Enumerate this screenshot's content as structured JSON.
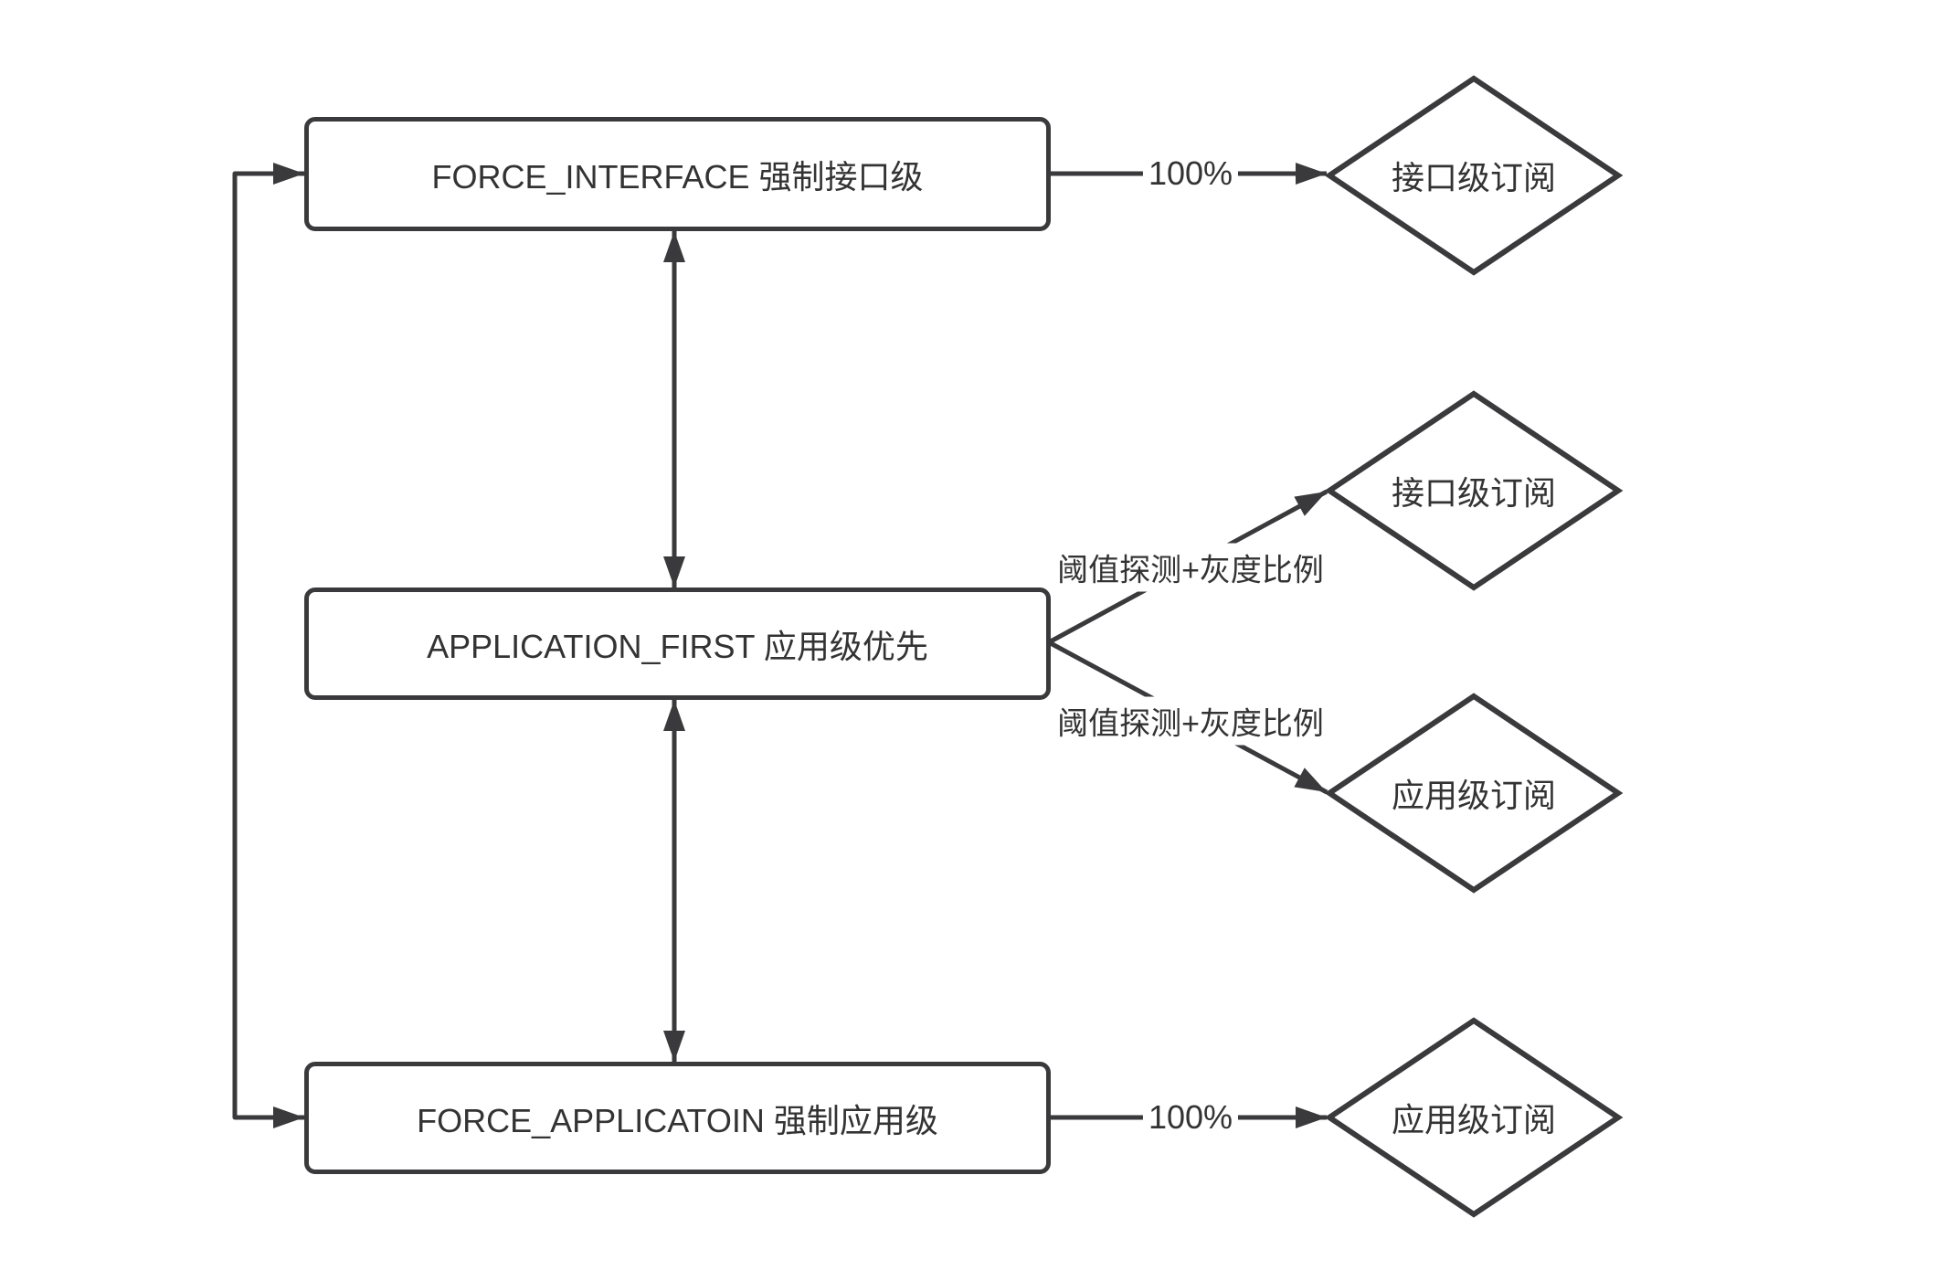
{
  "diagram": {
    "colors": {
      "stroke": "#3A3A3C",
      "text": "#333333",
      "background": "#FFFFFF"
    },
    "nodes": {
      "force_interface": {
        "label": "FORCE_INTERFACE 强制接口级"
      },
      "application_first": {
        "label": "APPLICATION_FIRST 应用级优先"
      },
      "force_application": {
        "label": "FORCE_APPLICATOIN 强制应用级"
      },
      "sub_interface_top": {
        "label": "接口级订阅"
      },
      "sub_interface_mid": {
        "label": "接口级订阅"
      },
      "sub_application_mid": {
        "label": "应用级订阅"
      },
      "sub_application_bottom": {
        "label": "应用级订阅"
      }
    },
    "edges": {
      "force_interface_percent": "100%",
      "force_application_percent": "100%",
      "app_first_to_interface": "阈值探测+灰度比例",
      "app_first_to_application": "阈值探测+灰度比例"
    }
  }
}
